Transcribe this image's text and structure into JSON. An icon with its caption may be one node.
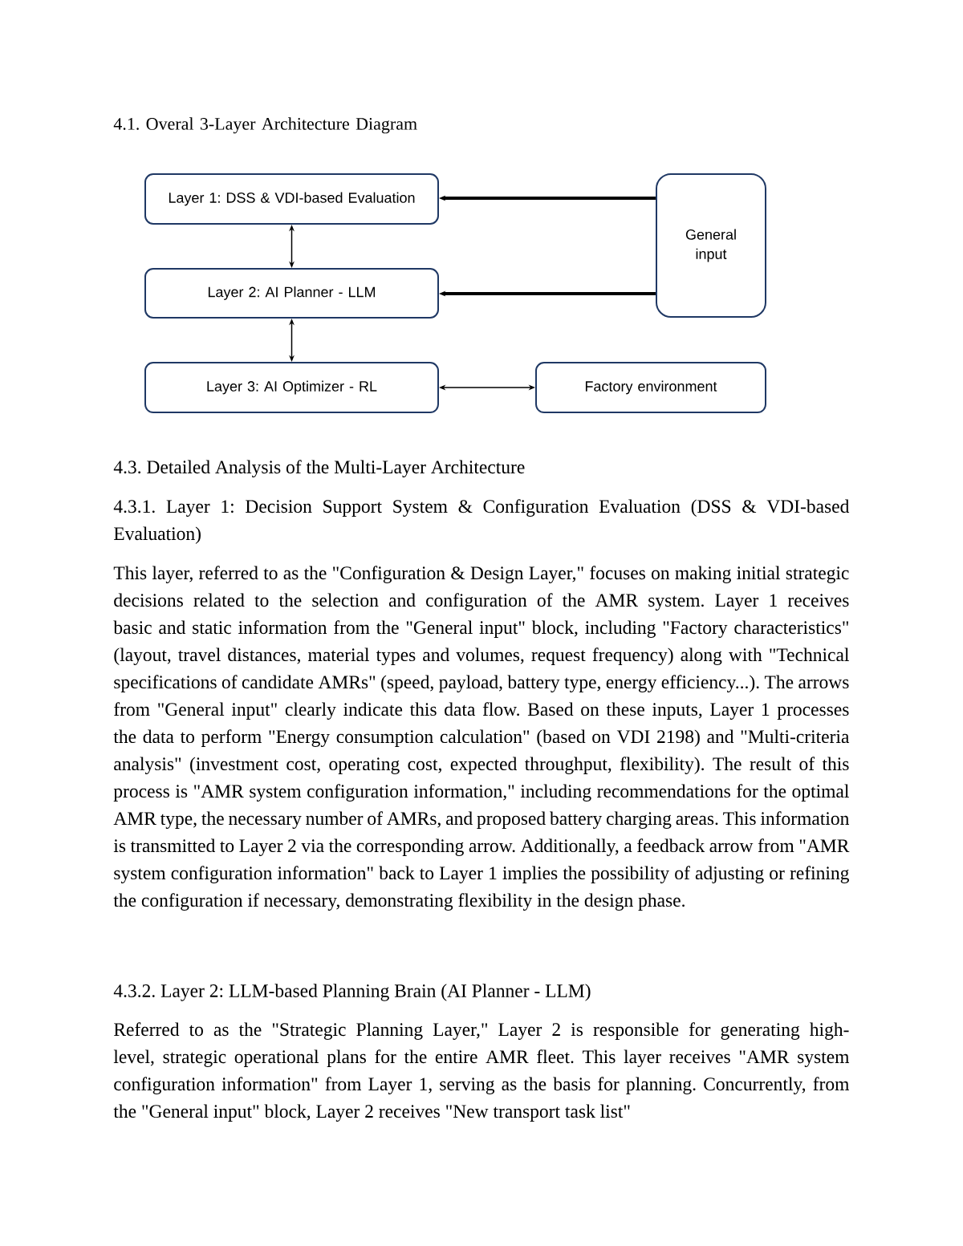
{
  "diagram": {
    "title": "4.1. Overal 3-Layer Architecture Diagram",
    "nodes": [
      {
        "text": [
          "Layer 1: DSS & VDI-based Evaluation"
        ]
      },
      {
        "text": [
          "Layer 2: AI Planner - LLM"
        ]
      },
      {
        "text": [
          "Layer 3: AI Optimizer - RL"
        ]
      },
      {
        "text": [
          "General input"
        ]
      },
      {
        "text": [
          "Factory environment"
        ]
      }
    ],
    "edges": [
      {
        "from": 3,
        "to": 0,
        "arrow": "to",
        "style": "thick"
      },
      {
        "from": 3,
        "to": 1,
        "arrow": "to",
        "style": "thick"
      },
      {
        "from": 0,
        "to": 1,
        "arrow": "both"
      },
      {
        "from": 1,
        "to": 2,
        "arrow": "both"
      },
      {
        "from": 2,
        "to": 4,
        "arrow": "both"
      }
    ],
    "labels": [
      "4.3. Detailed Analysis of the Multi-Layer Architecture",
      "4.3.1. Layer 1: Decision Support System & Configuration Evaluation (DSS & VDI-based Evaluation)",
      "This layer, referred to as the \"Configuration & Design Layer,\" focuses on making initial strategic decisions related to the selection and configuration of the AMR system. Layer 1 receives basic and static information from the \"General input\" block, including \"Factory characteristics\" (layout, travel distances, material types and volumes, request frequency) along with \"Technical specifications of candidate AMRs\" (speed, payload, battery type, energy efficiency...). The arrows from \"General input\" clearly indicate this data flow. Based on these inputs, Layer 1 processes the data to perform \"Energy consumption calculation\" (based on VDI 2198) and \"Multi-criteria analysis\" (investment cost, operating cost, expected throughput, flexibility). The result of this process is \"AMR system configuration information,\" including recommendations for the optimal AMR type, the necessary number of AMRs, and proposed battery charging areas. This information is transmitted to Layer 2 via the corresponding arrow. Additionally, a feedback arrow from \"AMR system configuration information\" back to Layer 1 implies the possibility of adjusting or refining the configuration if necessary, demonstrating flexibility in the design phase.",
      "4.3.2. Layer 2: LLM-based Planning Brain (AI Planner - LLM)",
      "Referred to as the \"Strategic Planning Layer,\" Layer 2 is responsible for generating high-level, strategic operational plans for the entire AMR fleet. This layer receives \"AMR system configuration information\" from Layer 1, serving as the basis for planning. Concurrently, from the \"General input\" block, Layer 2 receives \"New transport task list\""
    ]
  }
}
